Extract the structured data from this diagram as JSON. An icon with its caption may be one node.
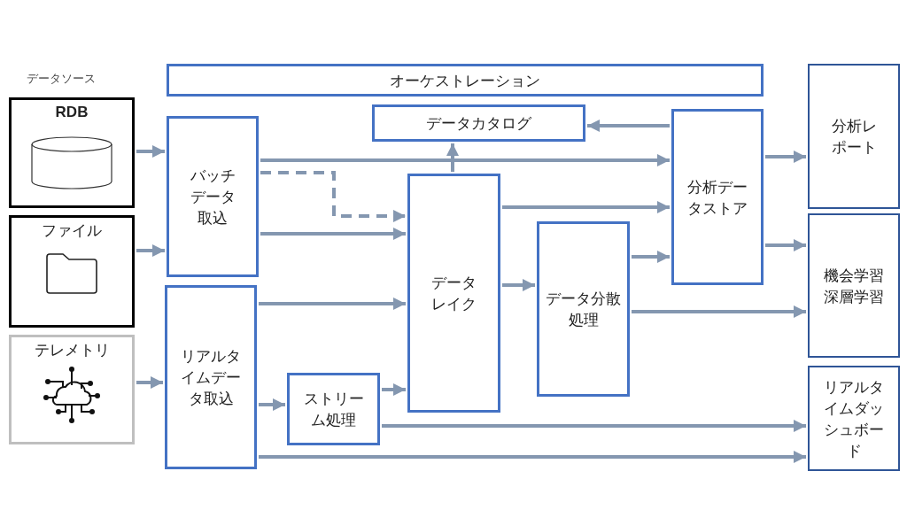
{
  "diagram": {
    "nodes": [
      {
        "text": [
          "オーケストレーション"
        ]
      },
      {
        "text": [
          "RDB"
        ]
      },
      {
        "text": [
          "ファイル"
        ]
      },
      {
        "text": [
          "テレメトリ"
        ]
      },
      {
        "text": [
          "バッチデータ取込"
        ]
      },
      {
        "text": [
          "リアルタイムデータ取込"
        ]
      },
      {
        "text": [
          "データカタログ"
        ]
      },
      {
        "text": [
          "データレイク"
        ]
      },
      {
        "text": [
          "ストリーム処理"
        ]
      },
      {
        "text": [
          "データ分散処理"
        ]
      },
      {
        "text": [
          "分析データストア"
        ]
      },
      {
        "text": [
          "分析レポート"
        ]
      },
      {
        "text": [
          "機会学習深層学習"
        ]
      },
      {
        "text": [
          "リアルタイムダッシュボード"
        ]
      }
    ],
    "edges": [
      {
        "from": 1,
        "to": 4,
        "arrow": "to"
      },
      {
        "from": 2,
        "to": 4,
        "arrow": "to"
      },
      {
        "from": 3,
        "to": 5,
        "arrow": "to"
      },
      {
        "from": 4,
        "to": 10,
        "arrow": "to"
      },
      {
        "from": 4,
        "to": 7,
        "arrow": "to",
        "style": "dashed"
      },
      {
        "from": 4,
        "to": 7,
        "arrow": "to"
      },
      {
        "from": 5,
        "to": 7,
        "arrow": "to"
      },
      {
        "from": 5,
        "to": 8,
        "arrow": "to"
      },
      {
        "from": 8,
        "to": 7,
        "arrow": "to"
      },
      {
        "from": 7,
        "to": 6,
        "arrow": "to"
      },
      {
        "from": 10,
        "to": 6,
        "arrow": "to"
      },
      {
        "from": 7,
        "to": 10,
        "arrow": "to"
      },
      {
        "from": 7,
        "to": 9,
        "arrow": "to"
      },
      {
        "from": 9,
        "to": 10,
        "arrow": "to"
      },
      {
        "from": 10,
        "to": 11,
        "arrow": "to"
      },
      {
        "from": 10,
        "to": 12,
        "arrow": "to"
      },
      {
        "from": 9,
        "to": 12,
        "arrow": "to"
      },
      {
        "from": 8,
        "to": 13,
        "arrow": "to"
      },
      {
        "from": 5,
        "to": 13,
        "arrow": "to"
      }
    ],
    "labels": [
      "データソース"
    ]
  }
}
